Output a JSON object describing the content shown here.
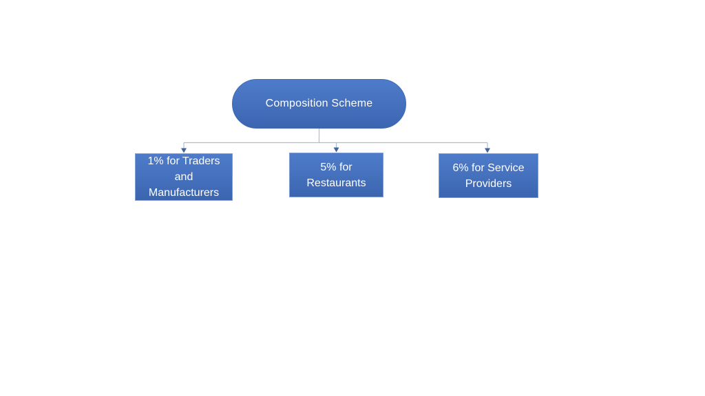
{
  "diagram": {
    "root": {
      "label": "Composition Scheme"
    },
    "children": [
      {
        "label": "1% for Traders and Manufacturers",
        "lines": [
          "1% for Traders",
          "and",
          "Manufacturers"
        ]
      },
      {
        "label": "5% for Restaurants",
        "lines": [
          "5% for",
          "Restaurants"
        ]
      },
      {
        "label": "6% for Service Providers",
        "lines": [
          "6% for Service",
          "Providers"
        ]
      }
    ],
    "colors": {
      "background": "#ffffff",
      "node_fill_top": "#4e7cca",
      "node_fill_bottom": "#3c65b0",
      "node_border": "#7e9cd6",
      "root_border": "#3f69b5",
      "connector": "#a8bed9",
      "arrowhead": "#44629b",
      "text": "#ffffff"
    }
  }
}
